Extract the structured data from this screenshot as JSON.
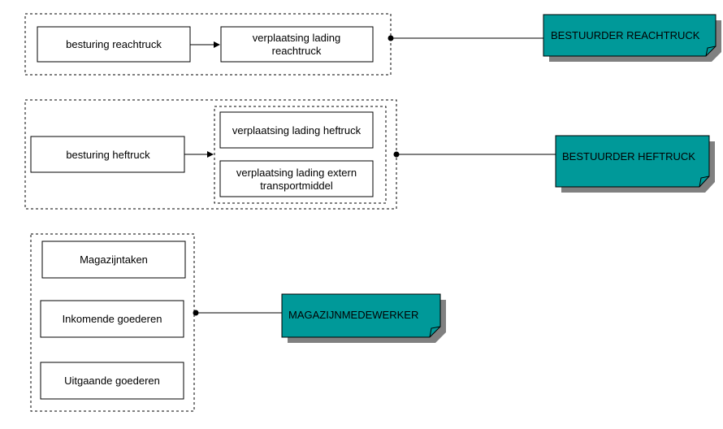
{
  "groups": [
    {
      "id": "reachtruck",
      "boxes": [
        "besturing reachtruck",
        [
          "verplaatsing lading",
          "reachtruck"
        ]
      ],
      "role": "BESTUURDER REACHTRUCK"
    },
    {
      "id": "heftruck",
      "boxes": [
        "besturing heftruck",
        "verplaatsing lading heftruck",
        [
          "verplaatsing lading extern",
          "transportmiddel"
        ]
      ],
      "role": "BESTUURDER HEFTRUCK"
    },
    {
      "id": "magazijn",
      "boxes": [
        "Magazijntaken",
        "Inkomende goederen",
        "Uitgaande goederen"
      ],
      "role": "MAGAZIJNMEDEWERKER"
    }
  ],
  "colors": {
    "note_fill": "#009999",
    "note_shadow": "#808080",
    "stroke": "#000000"
  }
}
